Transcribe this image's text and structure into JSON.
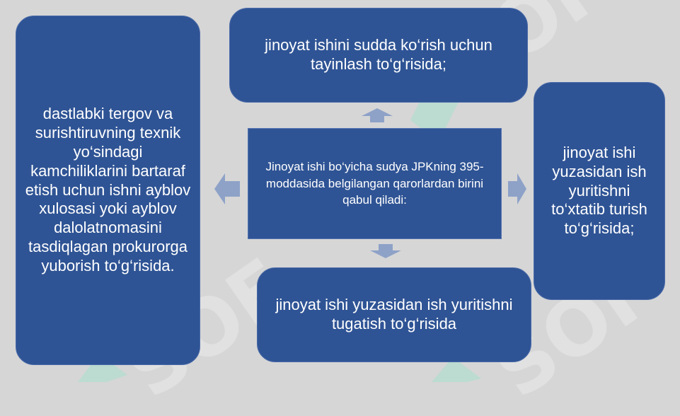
{
  "diagram": {
    "center_text": "Jinoyat ishi bo‘yicha sudya JPKning 395-moddasida belgilangan qarorlardan birini qabul qiladi:",
    "top_text": "jinoyat ishini sudda ko‘rish uchun tayinlash to‘g‘risida;",
    "right_text": "jinoyat ishi yuzasidan ish yuritishni to‘xtatib turish to‘g‘risida;",
    "bottom_text": "jinoyat ishi yuzasidan ish yuritishni tugatish to‘g‘risida",
    "left_text": "dastlabki tergov va surishtiruvning texnik yo‘sindagi kamchiliklarini bartaraf etish uchun ishni ayblov xulosasi yoki ayblov dalolatnomasini tasdiqlagan prokurorga yuborish to‘g‘risida."
  },
  "colors": {
    "box_fill": "#2f5495",
    "arrow_fill": "#8ea2c8",
    "background": "#d6d6d6"
  },
  "icons": [
    "arrow-up-icon",
    "arrow-down-icon",
    "arrow-left-icon",
    "arrow-right-icon"
  ]
}
